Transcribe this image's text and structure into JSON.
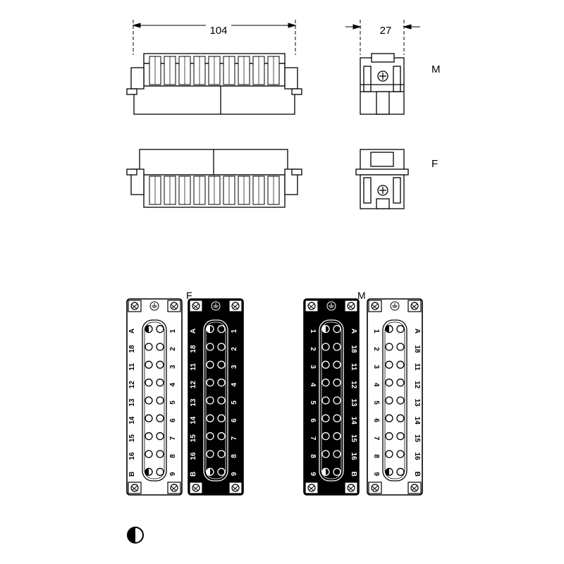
{
  "dimensions": {
    "length": "104",
    "width": "27"
  },
  "views": {
    "male": "M",
    "female": "F"
  },
  "insert_labels": {
    "left_column": [
      "A",
      "18",
      "11",
      "12",
      "13",
      "14",
      "15",
      "16",
      "B"
    ],
    "right_column": [
      "1",
      "2",
      "3",
      "4",
      "5",
      "6",
      "7",
      "8",
      "9"
    ],
    "ground_symbol": "⏚"
  },
  "panels": [
    {
      "id": "female-face",
      "view": "F",
      "style": "white"
    },
    {
      "id": "female-back",
      "view": "F",
      "style": "black"
    },
    {
      "id": "male-back",
      "view": "M",
      "style": "black"
    },
    {
      "id": "male-face",
      "view": "M",
      "style": "white"
    }
  ],
  "legend": {
    "symbol": "half-filled-circle"
  },
  "colors": {
    "line": "#000000",
    "paper": "#ffffff"
  }
}
